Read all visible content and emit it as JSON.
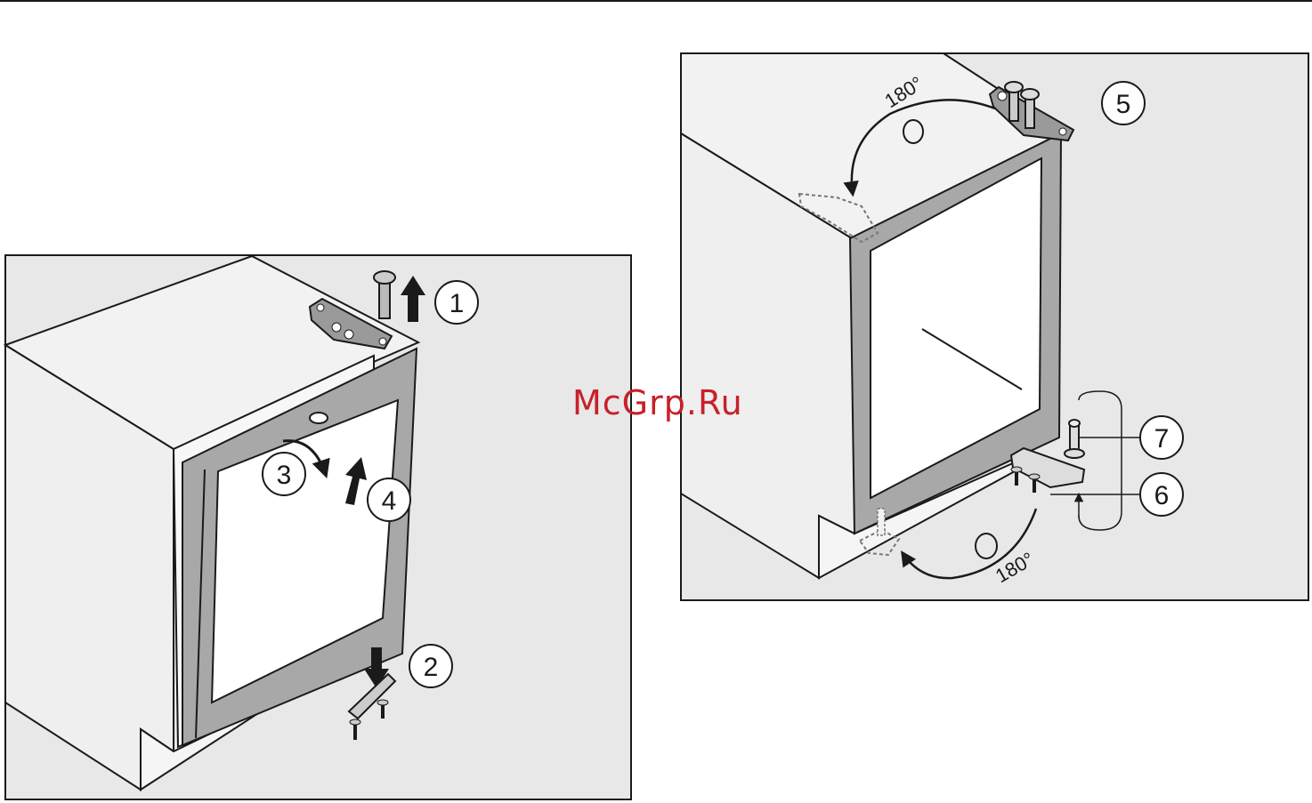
{
  "figure_left": {
    "step_labels": [
      "1",
      "2",
      "3",
      "4"
    ]
  },
  "figure_right": {
    "step_labels": [
      "5",
      "6",
      "7"
    ],
    "angle_top": "180°",
    "angle_bottom": "180°"
  },
  "watermark": "McGrp.Ru",
  "colors": {
    "panel_fill": "#e8e8e8",
    "line": "#1a1a1a",
    "watermark": "#c8202a"
  }
}
